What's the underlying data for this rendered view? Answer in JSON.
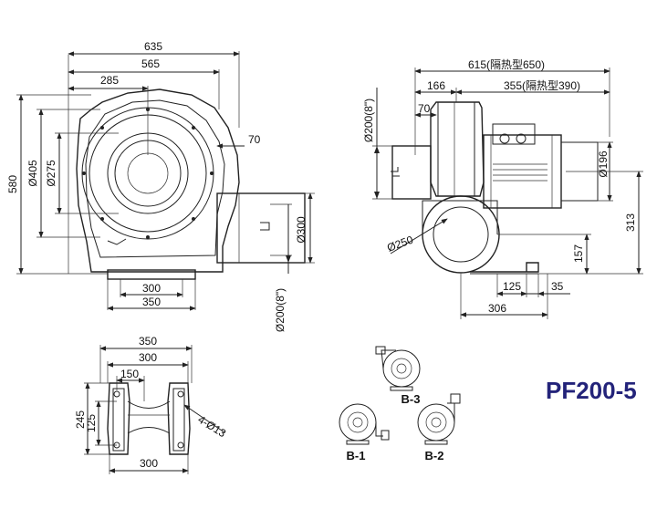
{
  "model": "PF200-5",
  "front_view": {
    "dims": {
      "w635": "635",
      "w565": "565",
      "w285": "285",
      "w70": "70",
      "h580": "580",
      "d405": "Ø405",
      "d275": "Ø275",
      "d300": "Ø300",
      "d200": "Ø200(8\")",
      "b300": "300",
      "b350": "350"
    }
  },
  "side_view": {
    "dims": {
      "w615": "615(隔热型650)",
      "w166": "166",
      "w355": "355(隔热型390)",
      "w70": "70",
      "d200": "Ø200(8\")",
      "d196": "Ø196",
      "d250": "Ø250",
      "h157": "157",
      "h313": "313",
      "b125": "125",
      "b35": "35",
      "b306": "306"
    }
  },
  "base_view": {
    "dims": {
      "w350": "350",
      "w300": "300",
      "w150": "150",
      "h245": "245",
      "h125": "125",
      "holes": "4-Ø13",
      "b300": "300"
    }
  },
  "orientations": {
    "b3": "B-3",
    "b1": "B-1",
    "b2": "B-2"
  }
}
